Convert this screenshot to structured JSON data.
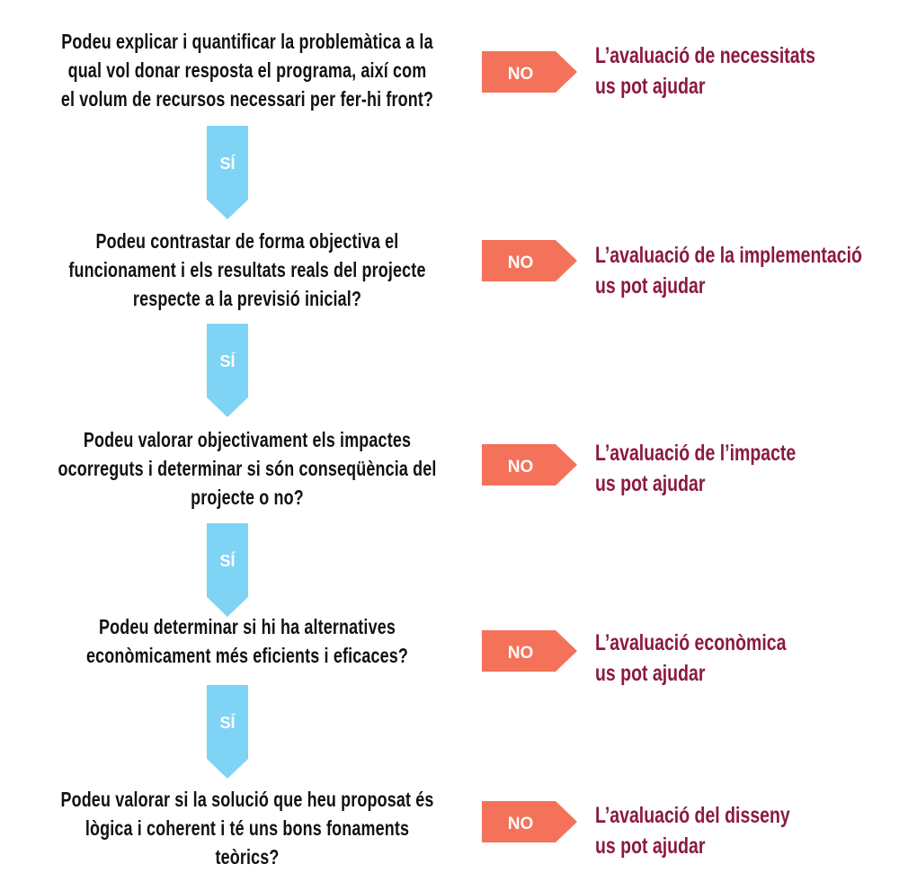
{
  "colors": {
    "no_arrow": "#f4715a",
    "yes_arrow": "#7fd3f5",
    "answer_text": "#8b1a3e",
    "question_text": "#111111"
  },
  "labels": {
    "no": "NO",
    "yes": "SÍ"
  },
  "steps": [
    {
      "question_lines": [
        "Podeu explicar i quantificar la problemàtica a la",
        "qual vol donar resposta el programa, així com",
        "el volum de recursos necessari per fer-hi front?"
      ],
      "answer_lines": [
        "L’avaluació de necessitats",
        "us pot ajudar"
      ]
    },
    {
      "question_lines": [
        "Podeu contrastar de forma objectiva el",
        "funcionament i els resultats reals del projecte",
        "respecte a la previsió inicial?"
      ],
      "answer_lines": [
        "L’avaluació de la implementació",
        "us pot ajudar"
      ]
    },
    {
      "question_lines": [
        "Podeu valorar objectivament els impactes",
        "ocorreguts i determinar si són conseqüència del",
        "projecte o no?"
      ],
      "answer_lines": [
        "L’avaluació de l’impacte",
        "us pot ajudar"
      ]
    },
    {
      "question_lines": [
        "Podeu determinar si hi ha alternatives",
        "econòmicament més eficients i eficaces?"
      ],
      "answer_lines": [
        "L’avaluació econòmica",
        "us pot ajudar"
      ]
    },
    {
      "question_lines": [
        "Podeu valorar si la solució que heu proposat és",
        "lògica i coherent i té uns bons fonaments",
        "teòrics?"
      ],
      "answer_lines": [
        "L’avaluació del disseny",
        "us pot ajudar"
      ]
    }
  ]
}
